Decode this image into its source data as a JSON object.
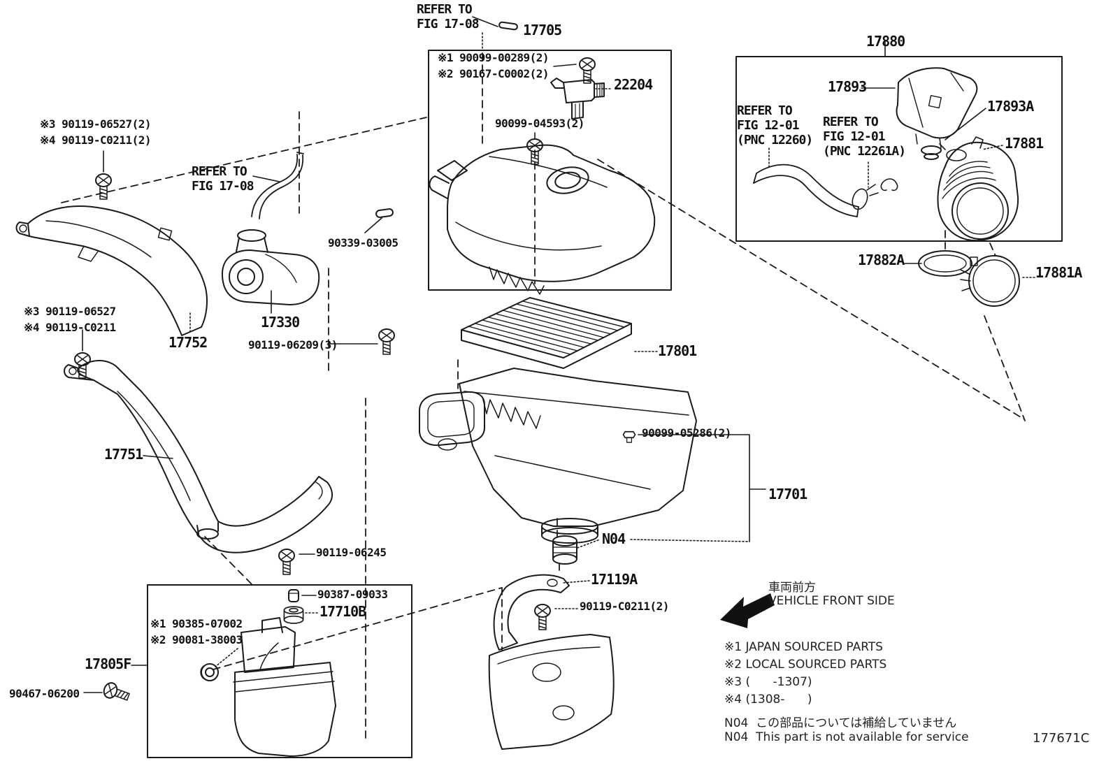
{
  "figure": {
    "type": "parts-diagram",
    "doc_code": "177671C",
    "colors": {
      "line": "#1a1a1a",
      "background": "#ffffff"
    }
  },
  "labels": {
    "refer_1708_a": "REFER TO\nFIG 17-08",
    "p17705": "17705",
    "n90099_00289": "※1 90099-00289(2)",
    "n90167_c0002": "※2 90167-C0002(2)",
    "p22204": "22204",
    "n90099_04593": "90099-04593(2)",
    "n90339_03005": "90339-03005",
    "refer_1708_b": "REFER TO\nFIG 17-08",
    "n90119_06527_2": "※3 90119-06527(2)",
    "n90119_c0211_2": "※4 90119-C0211(2)",
    "n90119_06527": "※3 90119-06527",
    "n90119_c0211": "※4 90119-C0211",
    "p17752": "17752",
    "p17330": "17330",
    "n90119_06209": "90119-06209(3)",
    "p17801": "17801",
    "p17751": "17751",
    "n90099_05286": "90099-05286(2)",
    "p17701": "17701",
    "n04": "N04",
    "p17119a": "17119A",
    "n90119_c0211_b": "90119-C0211(2)",
    "n90119_06245": "90119-06245",
    "n90387_09033": "90387-09033",
    "p17710b": "17710B",
    "n90385_07002": "※1 90385-07002",
    "n90081_38003": "※2 90081-38003",
    "p17805f": "17805F",
    "n90467_06200": "90467-06200",
    "p17880": "17880",
    "p17893": "17893",
    "p17893a": "17893A",
    "p17881": "17881",
    "refer_1201_a": "REFER TO\nFIG 12-01\n(PNC 12260)",
    "refer_1201_b": "REFER TO\nFIG 12-01\n(PNC 12261A)",
    "p17882a": "17882A",
    "p17881a": "17881A"
  },
  "legend": {
    "front_jp": "車両前方",
    "front_en": "VEHICLE FRONT SIDE",
    "note1": "※1 JAPAN SOURCED PARTS",
    "note2": "※2 LOCAL SOURCED PARTS",
    "note3": "※3 (      -1307)",
    "note4": "※4 (1308-      )",
    "n04_jp": "N04  この部品については補給していません",
    "n04_en": "N04  This part is not available for service",
    "doc_code": "177671C"
  }
}
